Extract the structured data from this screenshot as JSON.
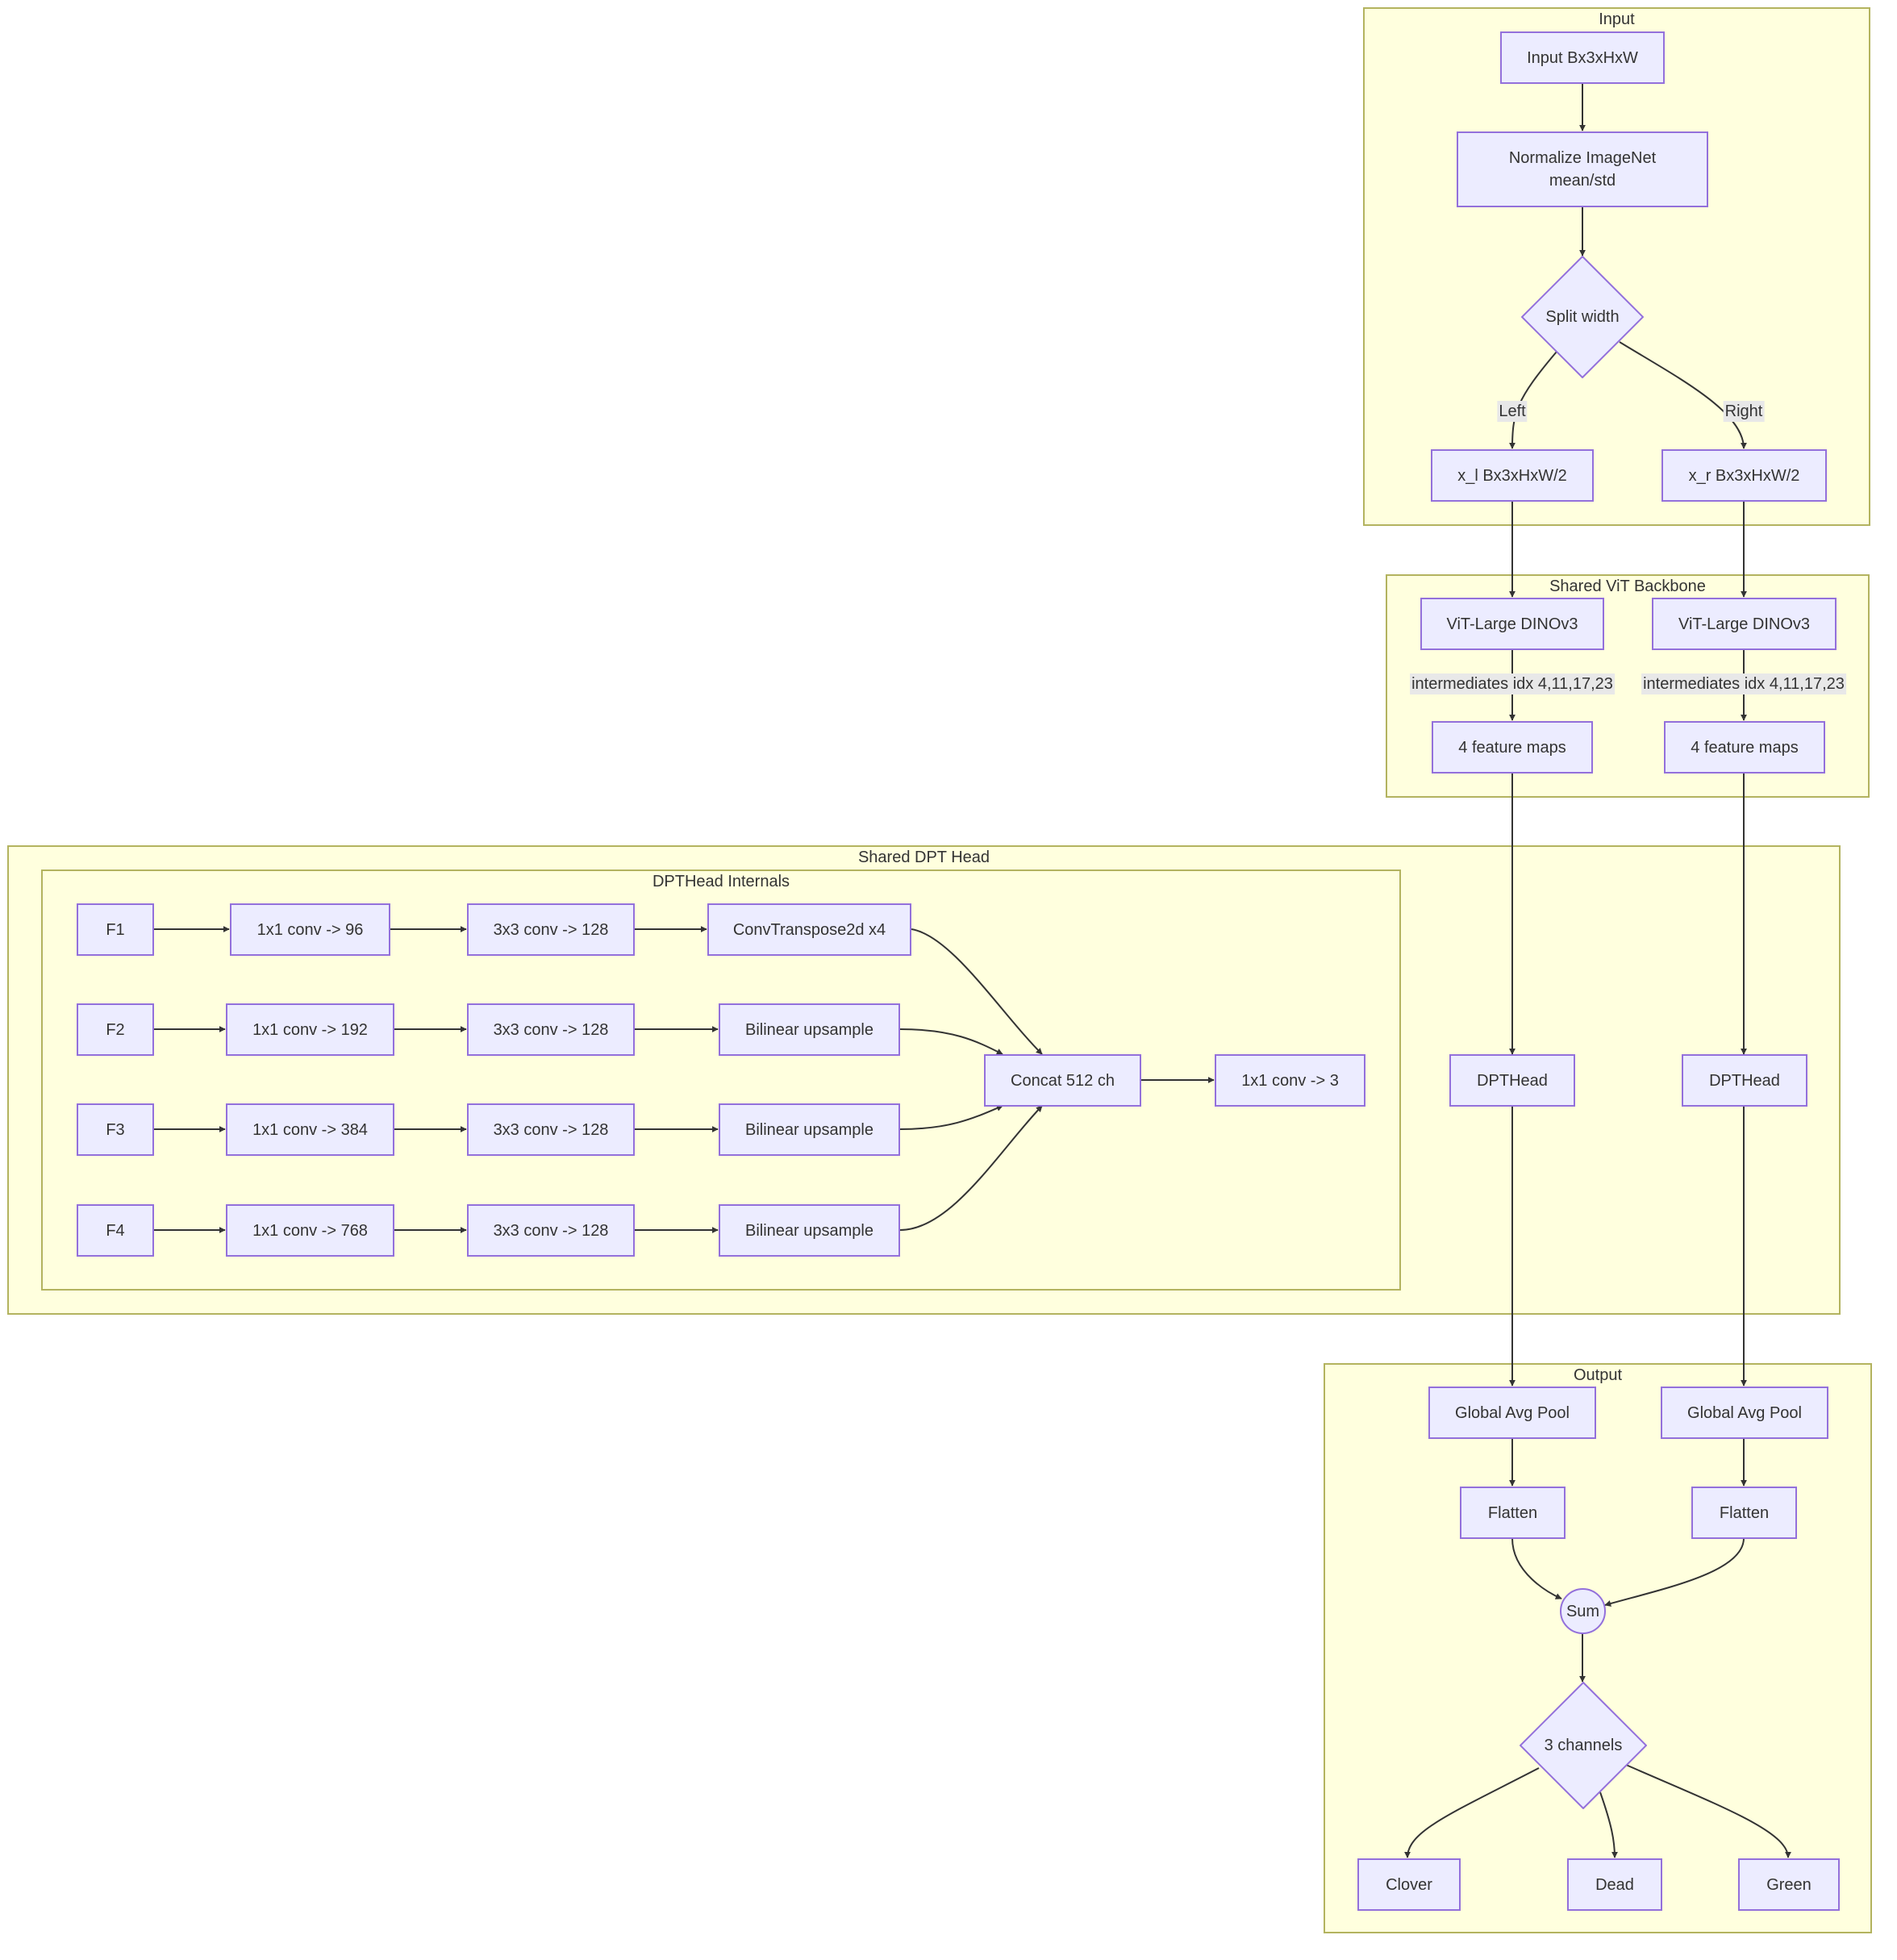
{
  "clusters": {
    "input": "Input",
    "backbone": "Shared ViT Backbone",
    "dpt_head": "Shared DPT Head",
    "dpt_internals": "DPTHead Internals",
    "output": "Output"
  },
  "nodes": {
    "input": "Input Bx3xHxW",
    "normalize": "Normalize ImageNet\nmean/std",
    "split": "Split width",
    "x_l": "x_l Bx3xHxW/2",
    "x_r": "x_r Bx3xHxW/2",
    "vit_l": "ViT-Large DINOv3",
    "vit_r": "ViT-Large DINOv3",
    "feat_l": "4 feature maps",
    "feat_r": "4 feature maps",
    "f1": "F1",
    "f2": "F2",
    "f3": "F3",
    "f4": "F4",
    "conv1_96": "1x1 conv -> 96",
    "conv1_192": "1x1 conv -> 192",
    "conv1_384": "1x1 conv -> 384",
    "conv1_768": "1x1 conv -> 768",
    "conv3_a": "3x3 conv -> 128",
    "conv3_b": "3x3 conv -> 128",
    "conv3_c": "3x3 conv -> 128",
    "conv3_d": "3x3 conv -> 128",
    "convtranspose": "ConvTranspose2d x4",
    "bilinear_a": "Bilinear upsample",
    "bilinear_b": "Bilinear upsample",
    "bilinear_c": "Bilinear upsample",
    "concat": "Concat 512 ch",
    "conv1_3": "1x1 conv -> 3",
    "dpthead_l": "DPTHead",
    "dpthead_r": "DPTHead",
    "gap_l": "Global Avg Pool",
    "gap_r": "Global Avg Pool",
    "flatten_l": "Flatten",
    "flatten_r": "Flatten",
    "sum": "Sum",
    "channels": "3 channels",
    "clover": "Clover",
    "dead": "Dead",
    "green": "Green"
  },
  "edge_labels": {
    "left": "Left",
    "right": "Right",
    "intermediates_l": "intermediates idx 4,11,17,23",
    "intermediates_r": "intermediates idx 4,11,17,23"
  },
  "colors": {
    "cluster_fill": "#ffffde",
    "cluster_border": "#b3b35f",
    "node_fill": "#ececff",
    "node_border": "#9370db",
    "edge": "#333333",
    "edge_label_bg": "#e8e8e8"
  }
}
